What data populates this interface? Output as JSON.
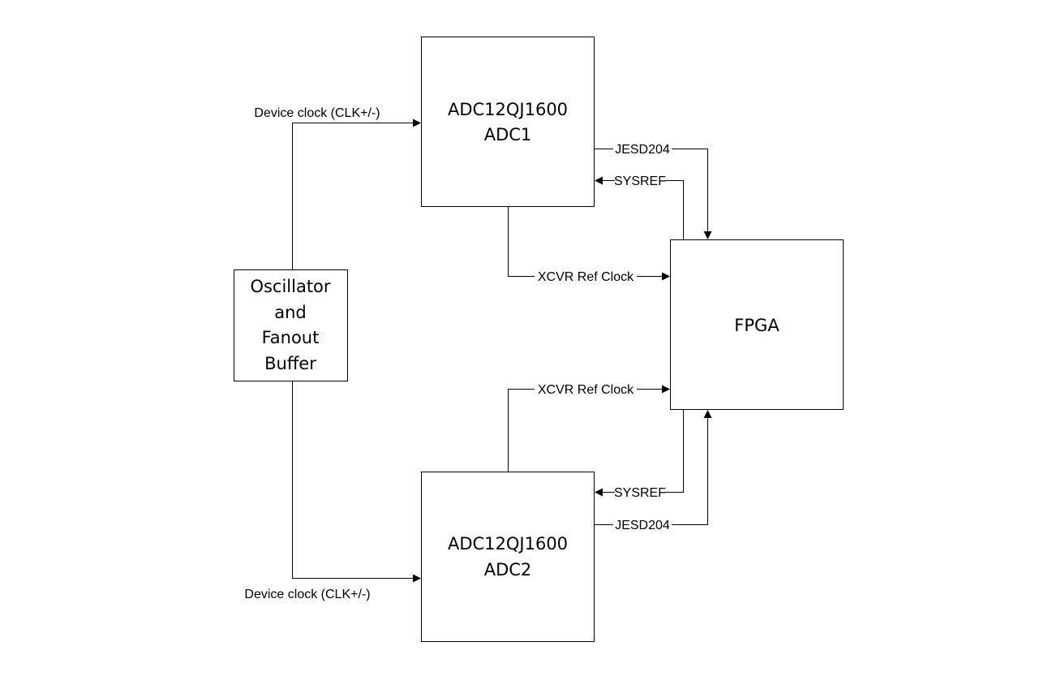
{
  "blocks": {
    "adc1": {
      "line1": "ADC12QJ1600",
      "line2": "ADC1"
    },
    "adc2": {
      "line1": "ADC12QJ1600",
      "line2": "ADC2"
    },
    "fpga": {
      "label": "FPGA"
    },
    "oscillator": {
      "line1": "Oscillator",
      "line2": "and",
      "line3": "Fanout",
      "line4": "Buffer"
    }
  },
  "signals": {
    "device_clock_top": "Device clock (CLK+/-)",
    "device_clock_bottom": "Device clock (CLK+/-)",
    "jesd204_top": "JESD204",
    "sysref_top": "SYSREF",
    "xcvr_ref_clock_top": "XCVR Ref Clock",
    "xcvr_ref_clock_bottom": "XCVR Ref Clock",
    "sysref_bottom": "SYSREF",
    "jesd204_bottom": "JESD204"
  }
}
